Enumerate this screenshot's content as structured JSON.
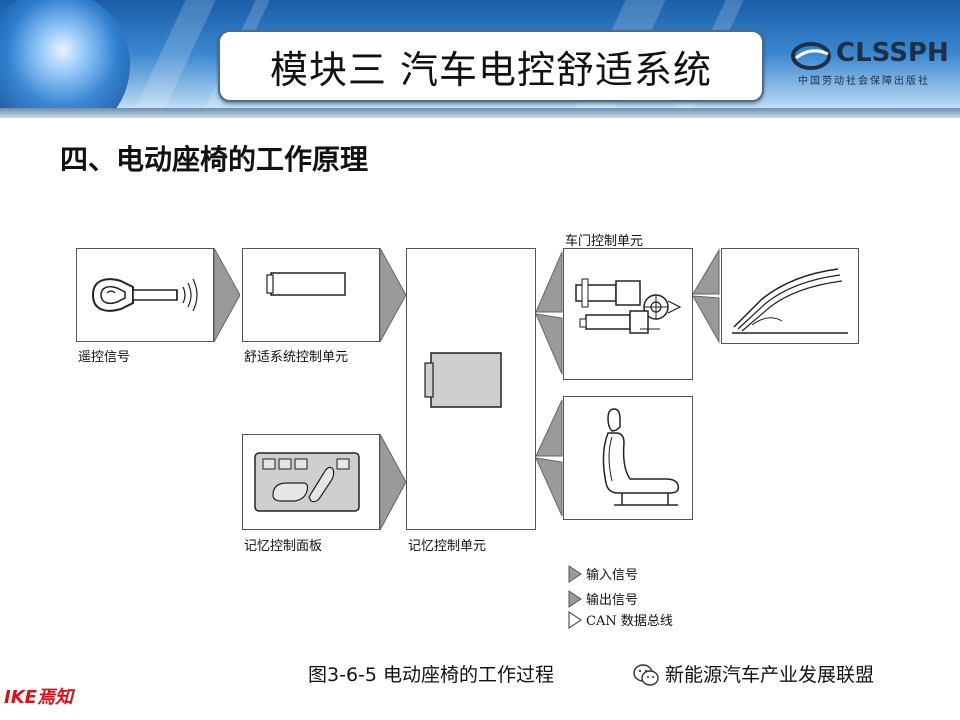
{
  "header": {
    "title": "模块三  汽车电控舒适系统",
    "logo_text": "CLSSPH",
    "logo_sub": "中国劳动社会保障出版社"
  },
  "section_title": "四、电动座椅的工作原理",
  "diagram": {
    "nodes": {
      "remote": "遥控信号",
      "comfort": "舒适系统控制单元",
      "memory_panel": "记忆控制面板",
      "memory_unit": "记忆控制单元",
      "door_unit": "车门控制单元"
    },
    "legend": {
      "input": "输入信号",
      "output": "输出信号",
      "can": "CAN 数据总线"
    }
  },
  "caption": "图3-6-5 电动座椅的工作过程",
  "watermark": "新能源汽车产业发展联盟",
  "corner_logo": "IKE焉知",
  "colors": {
    "header_blue": "#2f7fd0",
    "arrow_gray": "#9a9a9a",
    "brand_red": "#d4141b"
  }
}
